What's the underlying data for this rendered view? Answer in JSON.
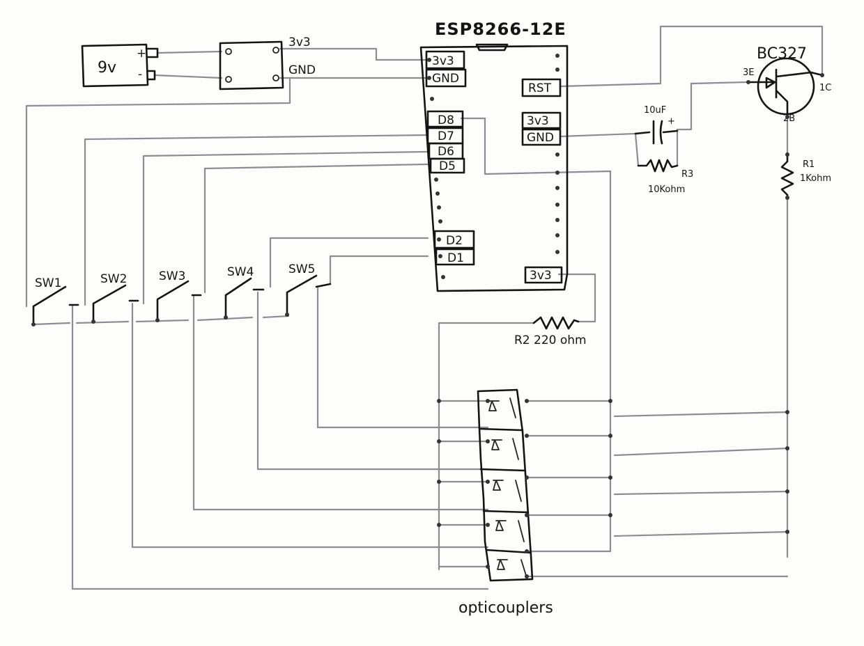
{
  "module": {
    "title": "ESP8266-12E",
    "pins_left": [
      "3v3",
      "GND",
      "D8",
      "D7",
      "D6",
      "D5",
      "D2",
      "D1"
    ],
    "pins_right": [
      "RST",
      "3v3",
      "GND",
      "3v3"
    ]
  },
  "battery": {
    "label": "9v",
    "plus": "+",
    "minus": "-"
  },
  "regulator": {
    "out_label": "3v3",
    "gnd_label": "GND"
  },
  "switches": [
    "SW1",
    "SW2",
    "SW3",
    "SW4",
    "SW5"
  ],
  "transistor": {
    "name": "BC327",
    "emitter": "3E",
    "collector": "1C",
    "base": "2B"
  },
  "capacitor": {
    "value": "10uF",
    "polarity": "+"
  },
  "resistors": {
    "r1": {
      "name": "R1",
      "value": "1Kohm"
    },
    "r2": {
      "label": "R2 220 ohm"
    },
    "r3": {
      "name": "R3",
      "value": "10Kohm"
    }
  },
  "optocouplers": {
    "label": "opticouplers"
  }
}
